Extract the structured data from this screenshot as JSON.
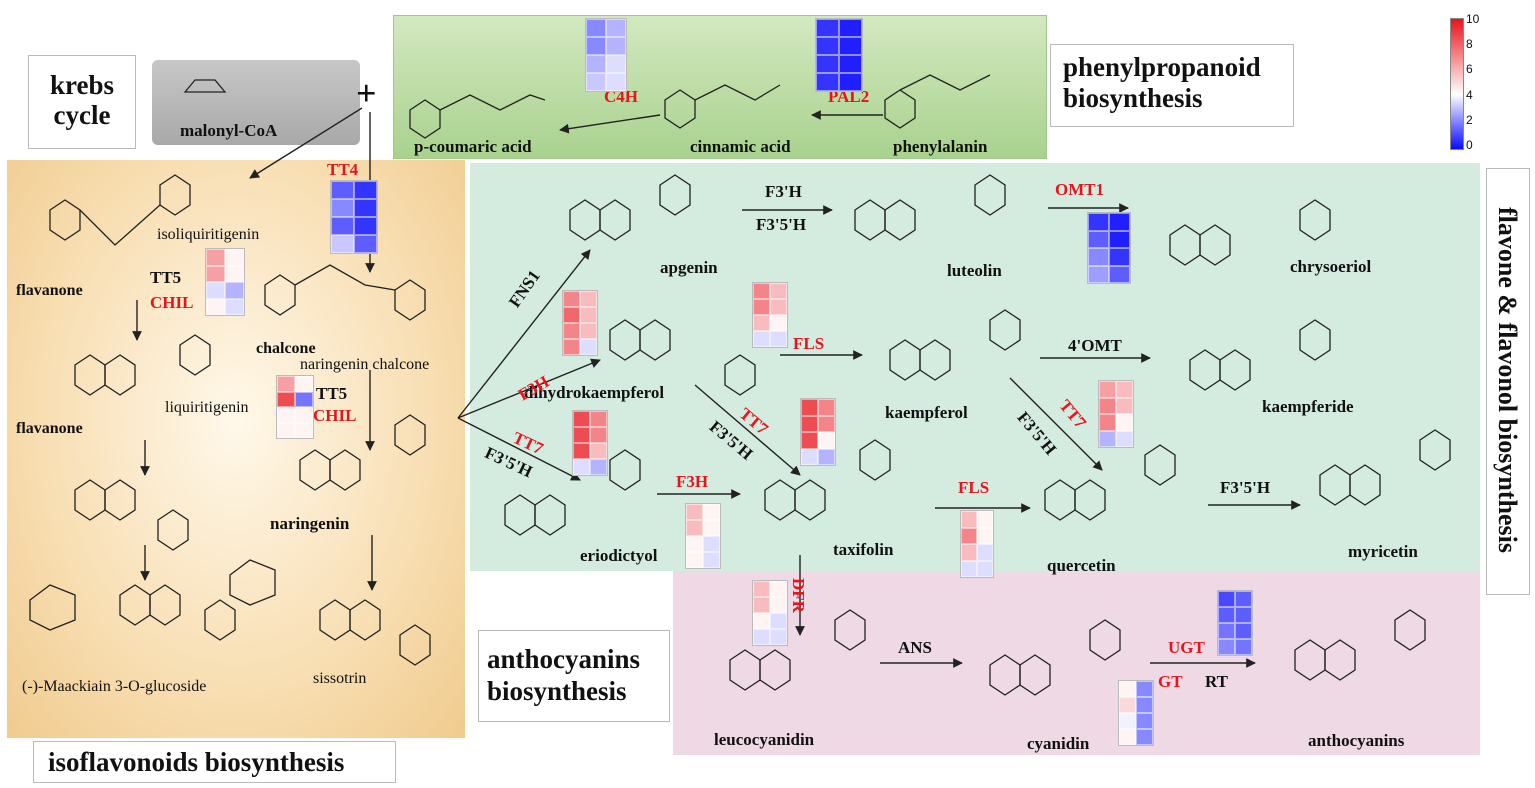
{
  "regions": {
    "phenylpropanoid": {
      "title_lines": [
        "phenylpropanoid",
        "biosynthesis"
      ]
    },
    "krebs": {
      "title_lines": [
        "krebs",
        "cycle"
      ]
    },
    "flavone": {
      "title": "flavone & flavonol biosynthesis"
    },
    "anthocyanins": {
      "title_lines": [
        "anthocyanins",
        "biosynthesis"
      ]
    },
    "isoflavonoids": {
      "title": "isoflavonoids biosynthesis"
    }
  },
  "plus_sign": "+",
  "compounds": {
    "malonyl_coa": "malonyl-CoA",
    "p_coumaric_acid": "p-coumaric acid",
    "cinnamic_acid": "cinnamic acid",
    "phenylalanin": "phenylalanin",
    "isoliquiritigenin": "isoliquiritigenin",
    "flavanone_1": "flavanone",
    "flavanone_2": "flavanone",
    "liquiritigenin": "liquiritigenin",
    "chalcone": "chalcone",
    "naringenin_chalcone": "naringenin chalcone",
    "naringenin": "naringenin",
    "maackiain": "(-)-Maackiain 3-O-glucoside",
    "sissotrin": "sissotrin",
    "apgenin": "apgenin",
    "luteolin": "luteolin",
    "chrysoeriol": "chrysoeriol",
    "dihydrokaempferol": "dihydrokaempferol",
    "kaempferol": "kaempferol",
    "kaempferide": "kaempferide",
    "eriodictyol": "eriodictyol",
    "taxifolin": "taxifolin",
    "quercetin": "quercetin",
    "myricetin": "myricetin",
    "leucocyanidin": "leucocyanidin",
    "cyanidin": "cyanidin",
    "anthocyanins": "anthocyanins"
  },
  "enzymes": {
    "C4H": "C4H",
    "PAL2": "PAL2",
    "TT4": "TT4",
    "TT5_1": "TT5",
    "CHIL_1": "CHIL",
    "TT5_2": "TT5",
    "CHIL_2": "CHIL",
    "FNS1": "FNS1",
    "F3H_1": "F3H",
    "F3H_2": "F3H",
    "TT7_1": "TT7",
    "TT7_2": "TT7",
    "TT7_3": "TT7",
    "F3p5pH_1": "F3'5'H",
    "F3p5pH_2": "F3'5'H",
    "F3p5pH_3": "F3'5'H",
    "F3p5pH_4": "F3'5'H",
    "F3p5pH_5": "F3'5'H",
    "F3pH": "F3'H",
    "OMT1": "OMT1",
    "FLS_1": "FLS",
    "FLS_2": "FLS",
    "4pOMT": "4'OMT",
    "DFR": "DFR",
    "ANS": "ANS",
    "UGT": "UGT",
    "GT": "GT",
    "RT": "RT"
  },
  "colorbar": {
    "ticks": [
      "10",
      "8",
      "6",
      "4",
      "2",
      "0"
    ],
    "min": 0,
    "max": 10,
    "colors": [
      "#e8141b",
      "#ffffff",
      "#0a0aff"
    ]
  },
  "heatmaps": {
    "C4H": [
      [
        3,
        4
      ],
      [
        3,
        4
      ],
      [
        4,
        5
      ],
      [
        4.5,
        5
      ]
    ],
    "PAL2": [
      [
        1,
        0.5
      ],
      [
        1,
        0.5
      ],
      [
        1,
        0.5
      ],
      [
        1,
        0.5
      ]
    ],
    "TT4": [
      [
        2,
        1
      ],
      [
        3,
        1
      ],
      [
        2,
        1
      ],
      [
        4.5,
        2
      ]
    ],
    "TT5_CHIL_1": [
      [
        7.5,
        6
      ],
      [
        7.5,
        6
      ],
      [
        5,
        4
      ],
      [
        6,
        5
      ]
    ],
    "TT5_CHIL_2": [
      [
        7.5,
        6
      ],
      [
        9,
        2.5
      ],
      [
        6,
        6
      ],
      [
        6,
        6
      ]
    ],
    "F3H_1": [
      [
        8,
        7
      ],
      [
        8.5,
        7
      ],
      [
        8,
        7
      ],
      [
        8,
        5
      ]
    ],
    "FLS_1": [
      [
        8,
        7
      ],
      [
        8,
        7
      ],
      [
        7,
        6
      ],
      [
        5,
        5
      ]
    ],
    "OMT1": [
      [
        1,
        0.5
      ],
      [
        2,
        0.5
      ],
      [
        3,
        1
      ],
      [
        3.5,
        2
      ]
    ],
    "TT7_1": [
      [
        9,
        8
      ],
      [
        9,
        8
      ],
      [
        9,
        7
      ],
      [
        5,
        4
      ]
    ],
    "TT7_2": [
      [
        9,
        8
      ],
      [
        9,
        8
      ],
      [
        9,
        6
      ],
      [
        5,
        4
      ]
    ],
    "TT7_3": [
      [
        7.5,
        7
      ],
      [
        8,
        7
      ],
      [
        8,
        6
      ],
      [
        4,
        5
      ]
    ],
    "F3H_2": [
      [
        7,
        6
      ],
      [
        7,
        6
      ],
      [
        6,
        5
      ],
      [
        6,
        5
      ]
    ],
    "FLS_2": [
      [
        7,
        6
      ],
      [
        8,
        6
      ],
      [
        7,
        5
      ],
      [
        5,
        5
      ]
    ],
    "DFR": [
      [
        7,
        6
      ],
      [
        7,
        6
      ],
      [
        6,
        5
      ],
      [
        5,
        5
      ]
    ],
    "UGT": [
      [
        1.5,
        2
      ],
      [
        2,
        2
      ],
      [
        2.5,
        2
      ],
      [
        3,
        2.5
      ]
    ],
    "GT": [
      [
        6,
        3
      ],
      [
        6.5,
        3
      ],
      [
        5.5,
        3
      ],
      [
        6,
        3
      ]
    ]
  }
}
